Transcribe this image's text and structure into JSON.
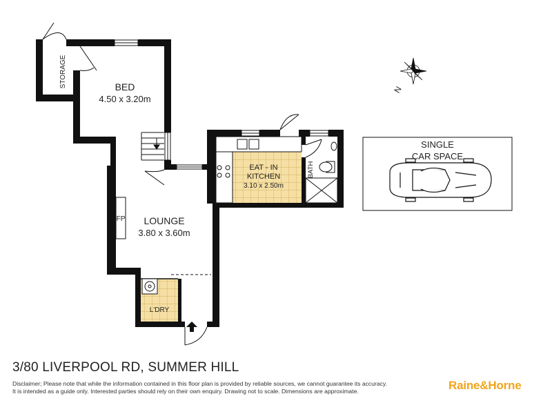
{
  "rooms": {
    "storage": "STORAGE",
    "bed_name": "BED",
    "bed_size": "4.50 x 3.20m",
    "lounge_name": "LOUNGE",
    "lounge_size": "3.80 x 3.60m",
    "fireplace": "FP",
    "kitchen_line1": "EAT - IN",
    "kitchen_line2": "KITCHEN",
    "kitchen_size": "3.10 x 2.50m",
    "bath": "BATH",
    "laundry": "L'DRY"
  },
  "car_space": {
    "line1": "SINGLE",
    "line2": "CAR SPACE"
  },
  "compass": {
    "label": "N"
  },
  "footer": {
    "address": "3/80 LIVERPOOL RD, SUMMER HILL",
    "disclaimer_line1": "Disclaimer; Please note that while the information contained in this floor plan is provided by reliable sources, we cannot guarantee its accuracy.",
    "disclaimer_line2": "It is intended as a guide only. Interested parties should rely on their own enquiry. Drawing not to scale.  Dimensions are approximate.",
    "brand": "Raine&Horne"
  },
  "colors": {
    "wall": "#111111",
    "kitchen_tile": "#f5dfa4",
    "tile_grid": "#c9a24e",
    "brand": "#f3a41a"
  }
}
